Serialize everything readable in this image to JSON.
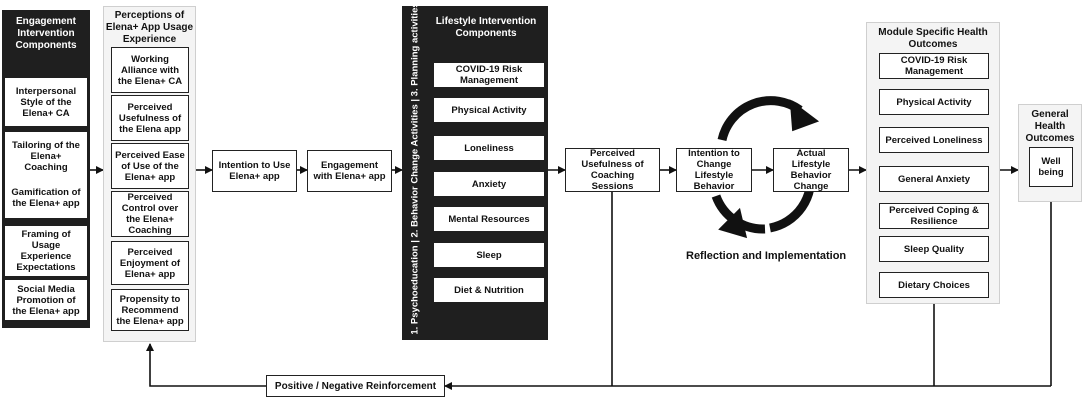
{
  "engagement": {
    "title": "Engagement Intervention Components",
    "items": [
      "Interpersonal Style of the Elena+ CA",
      "Tailoring of the Elena+ Coaching",
      "Gamification of the Elena+ app",
      "Framing of Usage Experience Expectations",
      "Social Media Promotion of the Elena+ app"
    ]
  },
  "perceptions": {
    "title": "Perceptions of Elena+ App Usage Experience",
    "items": [
      "Working Alliance with the Elena+ CA",
      "Perceived Usefulness of the Elena app",
      "Perceived Ease of Use of the Elena+ app",
      "Perceived Control over the Elena+ Coaching",
      "Perceived Enjoyment of Elena+ app",
      "Propensity to Recommend the Elena+ app"
    ]
  },
  "flow": {
    "intention_use": "Intention to Use Elena+ app",
    "engagement_app": "Engagement with Elena+ app",
    "perceived_coaching": "Perceived Usefulness of Coaching Sessions",
    "intention_change": "Intention to Change Lifestyle Behavior",
    "actual_change": "Actual Lifestyle Behavior Change",
    "cycle_label": "Reflection and Implementation",
    "reinforcement": "Positive / Negative Reinforcement"
  },
  "lifestyle": {
    "vertical_label": "1. Psychoeducation  | 2. Behavior Change Activities | 3. Planning activities",
    "title": "Lifestyle Intervention Components",
    "items": [
      "COVID-19 Risk Management",
      "Physical Activity",
      "Loneliness",
      "Anxiety",
      "Mental Resources",
      "Sleep",
      "Diet & Nutrition"
    ]
  },
  "module": {
    "title": "Module Specific Health Outcomes",
    "items": [
      "COVID-19 Risk Management",
      "Physical Activity",
      "Perceived Loneliness",
      "General Anxiety",
      "Perceived Coping & Resilience",
      "Sleep Quality",
      "Dietary Choices"
    ]
  },
  "general": {
    "title": "General Health Outcomes",
    "item": "Well being"
  }
}
